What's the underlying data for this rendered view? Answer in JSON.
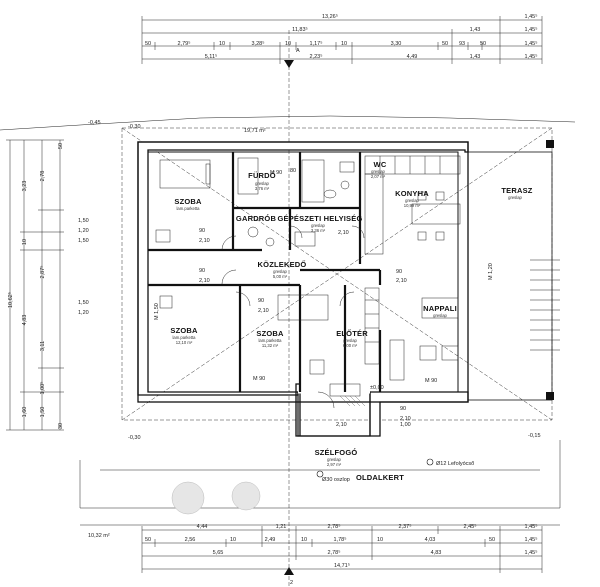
{
  "rooms": {
    "szoba1": {
      "name": "SZOBA",
      "note": "lam.parketta"
    },
    "furdo": {
      "name": "FÜRDŐ",
      "note": "greslap",
      "area": "3,76 m²"
    },
    "wc": {
      "name": "WC",
      "note": "greslap",
      "area": "2,07 m²"
    },
    "konyha": {
      "name": "KONYHA",
      "note": "greslap",
      "area": "10,99 m²"
    },
    "terasz": {
      "name": "TERASZ",
      "note": "greslap"
    },
    "gardrob": {
      "name": "GARDRÓB"
    },
    "gepeszeti": {
      "name": "GÉPÉSZETI HELYISÉG",
      "note": "greslap",
      "area": "3,36 m²"
    },
    "kozlekedo": {
      "name": "KÖZLEKEDŐ",
      "note": "greslap",
      "area": "5,00 m²"
    },
    "szoba2": {
      "name": "SZOBA",
      "note": "lam.parketta",
      "area": "12,10 m²"
    },
    "szoba3": {
      "name": "SZOBA",
      "note": "lam.parketta",
      "area": "11,32 m²"
    },
    "eloter": {
      "name": "ELŐTÉR",
      "note": "greslap",
      "area": "6,00 m²"
    },
    "nappali": {
      "name": "NAPPALI",
      "note": "greslap"
    },
    "szelfogo": {
      "name": "SZÉLFOGÓ",
      "note": "greslap",
      "area": "2,97 m²"
    },
    "oldalkert": {
      "name": "OLDALKERT"
    }
  },
  "top_dims": {
    "row1": [
      "13,26⁵",
      "1,45⁵"
    ],
    "row2": [
      "11,83⁵",
      "1,43",
      "1,45⁵"
    ],
    "row3": [
      "50",
      "2,79⁵",
      "10",
      "3,28⁵",
      "10",
      "1,17⁵",
      "10",
      "3,30",
      "50",
      "93",
      "50",
      "1,45⁵"
    ],
    "row4": [
      "5,11⁵",
      "2,23⁵",
      "4,49",
      "1,43",
      "1,45⁵"
    ]
  },
  "bottom_dims": {
    "row1": [
      "4,44",
      "1,21",
      "2,78⁵",
      "2,37⁵",
      "2,45⁵",
      "1,45⁵"
    ],
    "row2": [
      "50",
      "2,56",
      "10",
      "2,49",
      "10",
      "1,78⁵",
      "10",
      "4,03",
      "50",
      "1,45⁵"
    ],
    "row3": [
      "5,65",
      "2,78⁵",
      "4,83",
      "1,45⁵"
    ],
    "row4": [
      "14,71⁵"
    ]
  },
  "left_dims": {
    "outer": "10,62⁵",
    "mid": [
      "3,23",
      "10",
      "4,83",
      "1,60"
    ],
    "inner": [
      "2,78",
      "2,87⁵",
      "3,11",
      "1,00⁵",
      "1,50"
    ],
    "small": [
      "50",
      "30",
      "1,50",
      "1,20",
      "1,50"
    ]
  },
  "openings": {
    "d90_a": "90",
    "d210_a": "2,10",
    "d90_b": "90",
    "d210_b": "2,10",
    "d80": "80",
    "d210_c": "2,10",
    "d90_c": "90",
    "d210_d": "2,10",
    "d90_d": "90",
    "d210_e": "2,10",
    "w150": "1,50",
    "w120": "1,20",
    "d90_e": "90",
    "d210_f": "2,10",
    "d100": "1,00",
    "d210_g": "2,10",
    "m90_a": "M 90",
    "m90_b": "M 90",
    "m90_c": "M 90",
    "m150": "M 1,50",
    "m120": "M 1,20"
  },
  "levels": {
    "pm0": "±0,00",
    "mm15": "-0,15",
    "mm30a": "-0,30",
    "mm30b": "-0,30",
    "mm45": "-0,45"
  },
  "misc": {
    "gutter1": "Ø12 Lefolyócső",
    "gutter2": "Ø30 oszlop",
    "area_top": "19,71 m²",
    "area_bl": "10,32 m²"
  },
  "section": {
    "a": "A",
    "b": "2"
  }
}
